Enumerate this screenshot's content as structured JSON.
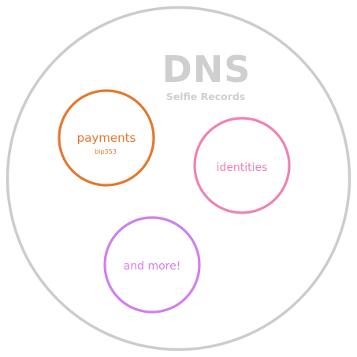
{
  "logo": {
    "title": "DNS",
    "subtitle": "Selfie Records",
    "color": "#cfcfcf"
  },
  "outer": {
    "stroke": "#cccccc"
  },
  "items": [
    {
      "key": "payments",
      "label": "payments",
      "sublabel": "bip353",
      "color": "#e5772e"
    },
    {
      "key": "identities",
      "label": "identities",
      "sublabel": "",
      "color": "#f081b4"
    },
    {
      "key": "more",
      "label": "and more!",
      "sublabel": "",
      "color": "#d27ef0"
    }
  ]
}
